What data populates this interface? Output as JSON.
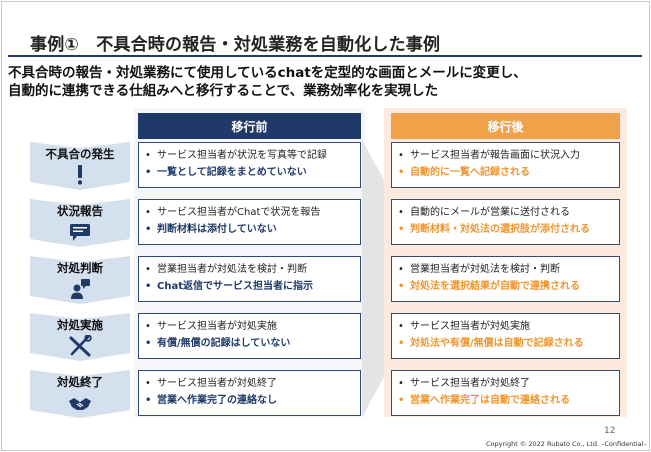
{
  "title": "事例①　不具合時の報告・対処業務を自動化した事例",
  "lead": {
    "line1": "不具合時の報告・対処業務にて使用しているchatを定型的な画面とメールに変更し、",
    "line2": "自動的に連携できる仕組みへと移行することで、業務効率化を実現した"
  },
  "columns": {
    "before": "移行前",
    "after": "移行後"
  },
  "bullet": "•",
  "steps": [
    {
      "label": "不具合の発生",
      "icon": "exclamation-icon",
      "before": [
        "サービス担当者が状況を写真等で記録",
        "一覧として記録をまとめていない"
      ],
      "after": [
        "サービス担当者が報告画面に状況入力",
        "自動的に一覧へ記録される"
      ]
    },
    {
      "label": "状況報告",
      "icon": "chat-bubble-icon",
      "before": [
        "サービス担当者がChatで状況を報告",
        "判断材料は添付していない"
      ],
      "after": [
        "自動的にメールが営業に送付される",
        "判断材料・対処法の選択肢が添付される"
      ]
    },
    {
      "label": "対処判断",
      "icon": "person-thinking-icon",
      "before": [
        "営業担当者が対処法を検討・判断",
        "Chat返信でサービス担当者に指示"
      ],
      "after": [
        "営業担当者が対処法を検討・判断",
        "対処法を選択結果が自動で連携される"
      ]
    },
    {
      "label": "対処実施",
      "icon": "tools-icon",
      "before": [
        "サービス担当者が対処実施",
        "有償/無償の記録はしていない"
      ],
      "after": [
        "サービス担当者が対処実施",
        "対処法や有償/無償は自動で記録される"
      ]
    },
    {
      "label": "対処終了",
      "icon": "handshake-icon",
      "before": [
        "サービス担当者が対処終了",
        "営業へ作業完了の連絡なし"
      ],
      "after": [
        "サービス担当者が対処終了",
        "営業へ作業完了は自動で連絡される"
      ]
    }
  ],
  "page_number": "12",
  "copyright": "Copyright © 2022 Rubato Co., Ltd. –Confidential–",
  "colors": {
    "navy": "#1f3a68",
    "orange": "#f0a24b",
    "chevron": "#d5e0ef"
  }
}
